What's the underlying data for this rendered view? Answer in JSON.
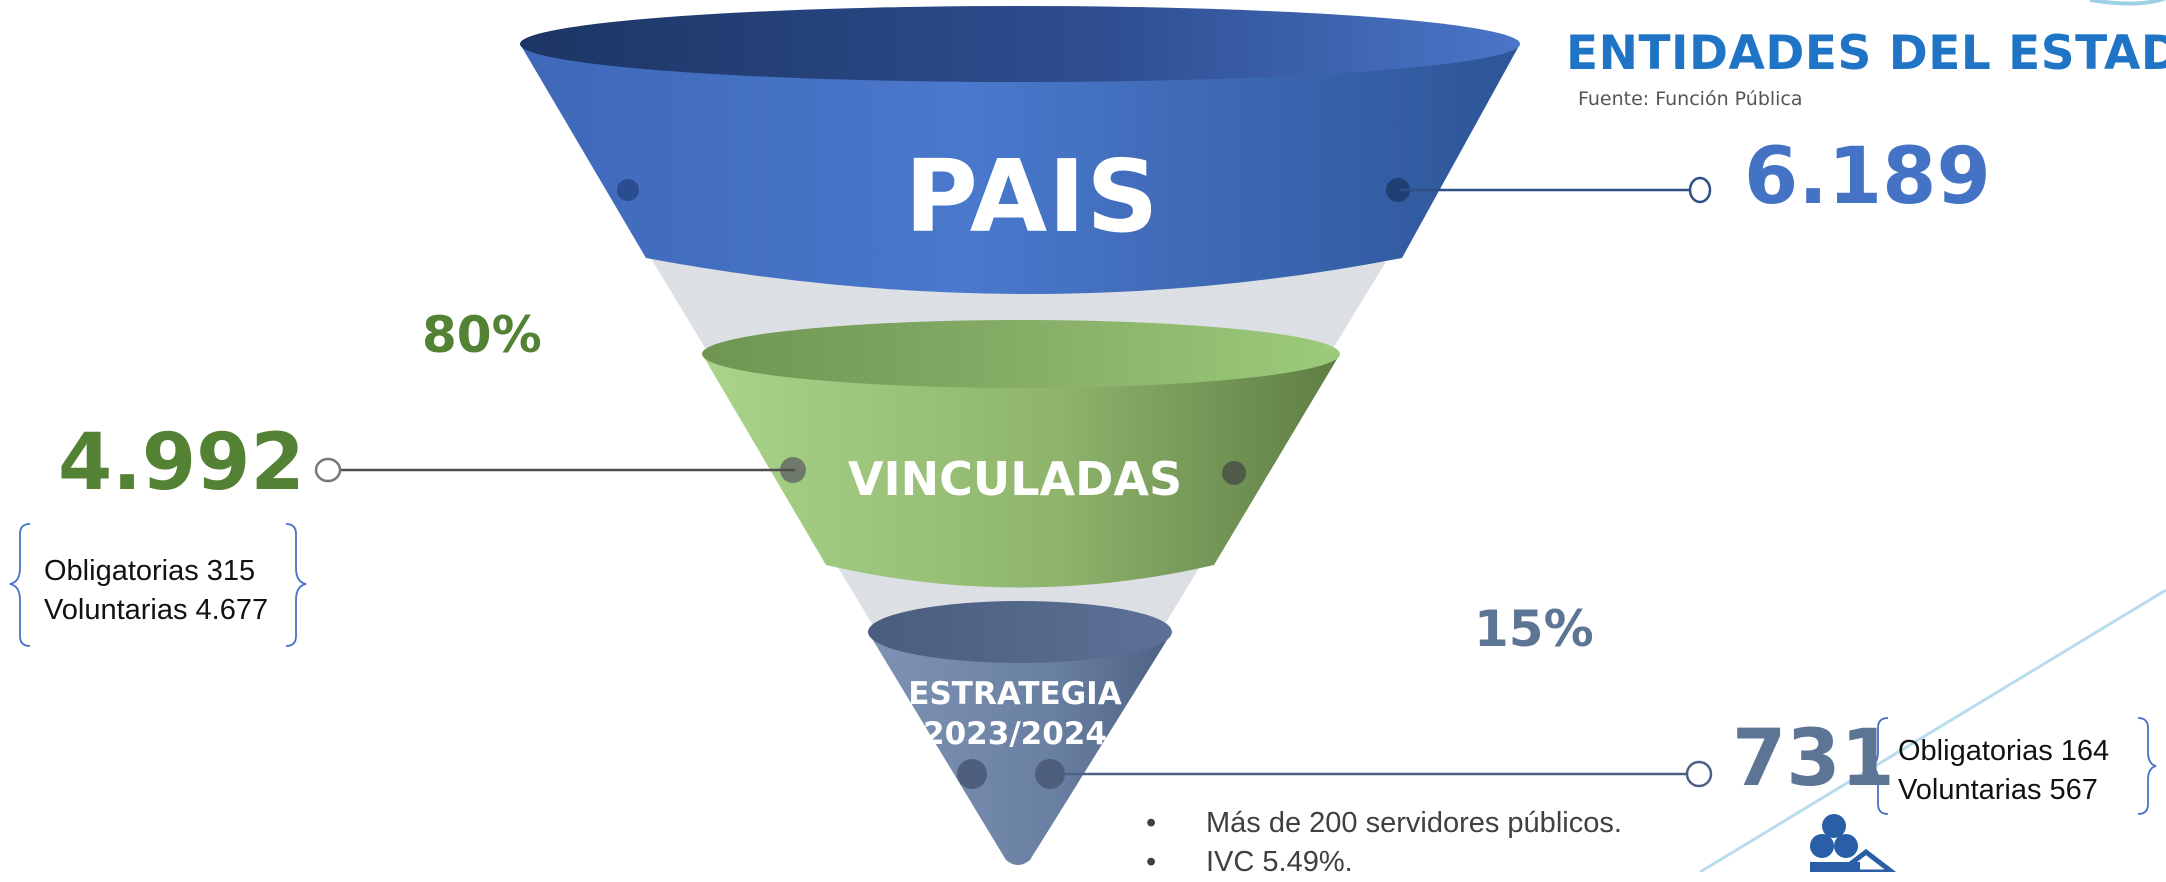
{
  "header": {
    "title": "ENTIDADES DEL ESTADO",
    "source": "Fuente:  Función Pública"
  },
  "funnel": {
    "pais": {
      "label": "PAIS",
      "value": "6.189"
    },
    "vinculadas": {
      "label": "VINCULADAS",
      "value": "4.992",
      "percent": "80%",
      "breakdown": [
        "Obligatorias 315",
        "Voluntarias 4.677"
      ]
    },
    "estrategia": {
      "label_line1": "ESTRATEGIA",
      "label_line2": "2023/2024",
      "value": "731",
      "percent": "15%",
      "breakdown": [
        "Obligatorias 164",
        "Voluntarias 567"
      ],
      "bullets": [
        "Más de 200 servidores públicos.",
        "IVC 5.49%."
      ]
    }
  },
  "colors": {
    "pais": "#4472c4",
    "vinculadas": "#548235",
    "estrategia": "#5d7594",
    "title": "#1f74c6"
  },
  "icons": [
    "curly-brace-icon",
    "people-logo-icon",
    "decorative-line-icon"
  ]
}
